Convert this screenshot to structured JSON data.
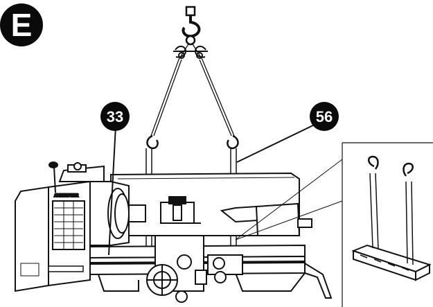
{
  "step_badge": {
    "letter": "E"
  },
  "callouts": [
    {
      "id": "33",
      "label": "33"
    },
    {
      "id": "56",
      "label": "56"
    }
  ],
  "machine": {
    "brand_text": "AXMINSTER"
  },
  "colors": {
    "ink": "#111111",
    "paper": "#ffffff",
    "badge": "#0a0a0a"
  }
}
